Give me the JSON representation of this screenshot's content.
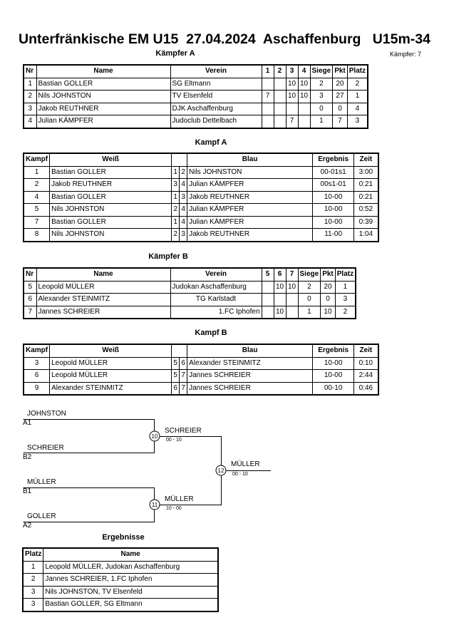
{
  "title": "Unterfränkische EM U15  27.04.2024  Aschaffenburg   U15m-34",
  "kaempfer_count": "Kämpfer: 7",
  "pool_a": {
    "title": "Kämpfer A",
    "headers": [
      "Nr",
      "Name",
      "Verein",
      "1",
      "2",
      "3",
      "4",
      "Siege",
      "Pkt",
      "Platz"
    ],
    "rows": [
      {
        "nr": "1",
        "name": "Bastian GOLLER",
        "verein": "SG Eltmann",
        "s1": "",
        "s2": "",
        "s3": "10",
        "s4": "10",
        "siege": "2",
        "pkt": "20",
        "platz": "2"
      },
      {
        "nr": "2",
        "name": "Nils JOHNSTON",
        "verein": "TV Elsenfeld",
        "s1": "7",
        "s2": "",
        "s3": "10",
        "s4": "10",
        "siege": "3",
        "pkt": "27",
        "platz": "1"
      },
      {
        "nr": "3",
        "name": "Jakob REUTHNER",
        "verein": "DJK Aschaffenburg",
        "s1": "",
        "s2": "",
        "s3": "",
        "s4": "",
        "siege": "0",
        "pkt": "0",
        "platz": "4"
      },
      {
        "nr": "4",
        "name": "Julian KÄMPFER",
        "verein": "Judoclub Dettelbach",
        "s1": "",
        "s2": "",
        "s3": "7",
        "s4": "",
        "siege": "1",
        "pkt": "7",
        "platz": "3"
      }
    ]
  },
  "kampf_a": {
    "title": "Kampf A",
    "headers": [
      "Kampf",
      "Weiß",
      "Blau",
      "Ergebnis",
      "Zeit"
    ],
    "rows": [
      {
        "kampf": "1",
        "weiss": "Bastian GOLLER",
        "w": "1",
        "b": "2",
        "blau": "Nils JOHNSTON",
        "ergebnis": "00-01s1",
        "zeit": "3:00"
      },
      {
        "kampf": "2",
        "weiss": "Jakob REUTHNER",
        "w": "3",
        "b": "4",
        "blau": "Julian KÄMPFER",
        "ergebnis": "00s1-01",
        "zeit": "0:21"
      },
      {
        "kampf": "4",
        "weiss": "Bastian GOLLER",
        "w": "1",
        "b": "3",
        "blau": "Jakob REUTHNER",
        "ergebnis": "10-00",
        "zeit": "0:21"
      },
      {
        "kampf": "5",
        "weiss": "Nils JOHNSTON",
        "w": "2",
        "b": "4",
        "blau": "Julian KÄMPFER",
        "ergebnis": "10-00",
        "zeit": "0:52"
      },
      {
        "kampf": "7",
        "weiss": "Bastian GOLLER",
        "w": "1",
        "b": "4",
        "blau": "Julian KÄMPFER",
        "ergebnis": "10-00",
        "zeit": "0:39"
      },
      {
        "kampf": "8",
        "weiss": "Nils JOHNSTON",
        "w": "2",
        "b": "3",
        "blau": "Jakob REUTHNER",
        "ergebnis": "11-00",
        "zeit": "1:04"
      }
    ]
  },
  "pool_b": {
    "title": "Kämpfer B",
    "headers": [
      "Nr",
      "Name",
      "Verein",
      "5",
      "6",
      "7",
      "Siege",
      "Pkt",
      "Platz"
    ],
    "rows": [
      {
        "nr": "5",
        "name": "Leopold MÜLLER",
        "verein": "Judokan Aschaffenburg",
        "s5": "",
        "s6": "10",
        "s7": "10",
        "siege": "2",
        "pkt": "20",
        "platz": "1"
      },
      {
        "nr": "6",
        "name": "Alexander STEINMITZ",
        "verein": "TG Karlstadt",
        "s5": "",
        "s6": "",
        "s7": "",
        "siege": "0",
        "pkt": "0",
        "platz": "3"
      },
      {
        "nr": "7",
        "name": "Jannes SCHREIER",
        "verein": "1.FC Iphofen",
        "s5": "",
        "s6": "10",
        "s7": "",
        "siege": "1",
        "pkt": "10",
        "platz": "2"
      }
    ]
  },
  "kampf_b": {
    "title": "Kampf B",
    "headers": [
      "Kampf",
      "Weiß",
      "Blau",
      "Ergebnis",
      "Zeit"
    ],
    "rows": [
      {
        "kampf": "3",
        "weiss": "Leopold MÜLLER",
        "w": "5",
        "b": "6",
        "blau": "Alexander STEINMITZ",
        "ergebnis": "10-00",
        "zeit": "0:10"
      },
      {
        "kampf": "6",
        "weiss": "Leopold MÜLLER",
        "w": "5",
        "b": "7",
        "blau": "Jannes SCHREIER",
        "ergebnis": "10-00",
        "zeit": "2:44"
      },
      {
        "kampf": "9",
        "weiss": "Alexander STEINMITZ",
        "w": "6",
        "b": "7",
        "blau": "Jannes SCHREIER",
        "ergebnis": "00-10",
        "zeit": "0:46"
      }
    ]
  },
  "bracket": {
    "q1_top": {
      "name": "JOHNSTON",
      "seed": "A1"
    },
    "q1_bottom": {
      "name": "SCHREIER",
      "seed": "B2"
    },
    "q2_top": {
      "name": "MÜLLER",
      "seed": "B1"
    },
    "q2_bottom": {
      "name": "GOLLER",
      "seed": "A2"
    },
    "sf1": {
      "num": "10",
      "winner": "SCHREIER",
      "score": "00 - 10"
    },
    "sf2": {
      "num": "11",
      "winner": "MÜLLER",
      "score": "10 - 00"
    },
    "final": {
      "num": "12",
      "winner": "MÜLLER",
      "score": "00 - 10"
    }
  },
  "ergebnisse": {
    "title": "Ergebnisse",
    "headers": [
      "Platz",
      "Name"
    ],
    "rows": [
      {
        "platz": "1",
        "name": "Leopold MÜLLER, Judokan Aschaffenburg"
      },
      {
        "platz": "2",
        "name": "Jannes SCHREIER, 1.FC Iphofen"
      },
      {
        "platz": "3",
        "name": "Nils JOHNSTON, TV Elsenfeld"
      },
      {
        "platz": "3",
        "name": "Bastian GOLLER, SG Eltmann"
      }
    ]
  }
}
